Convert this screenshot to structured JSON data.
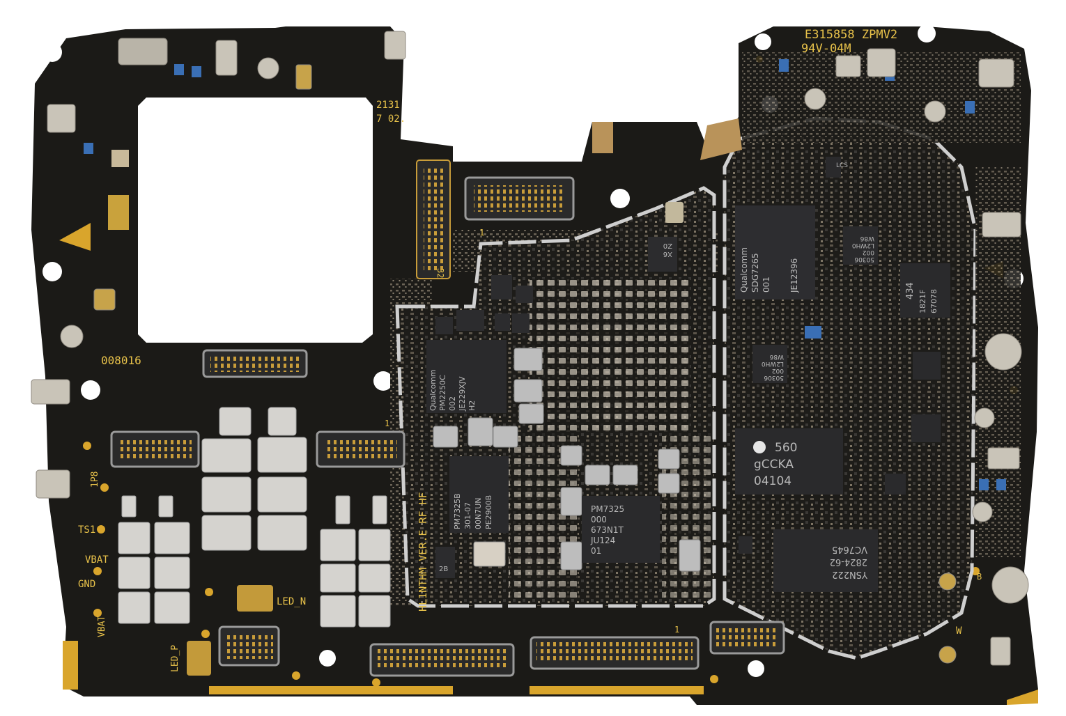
{
  "board": {
    "colors": {
      "background": "#ffffff",
      "pcb": "#1b1a17",
      "gold": "#d9a52c",
      "silkscreen": "#e8c24a",
      "shield": "#c8c8c8",
      "chip": "#2a2a2c",
      "solder": "#d7d0c4"
    },
    "silkscreen": {
      "serial": "E315858 ZPMV2",
      "rating": "94V-04M",
      "date_code_1": "2131",
      "date_code_2": "7 02.",
      "board_id": "008016",
      "model": "HL1NTHM VER.E RF HF",
      "label_ip8": "1P8",
      "label_ts1": "TS1",
      "label_vbat": "VBAT",
      "label_gnd": "GND",
      "label_vbat_2": "VBAT",
      "label_led_n": "LED_N",
      "label_led_p": "LED_P",
      "pin_1_a": "1",
      "pin_32": "32",
      "pin_1_b": "1",
      "pin_1_c": "1",
      "marker_w": "W",
      "marker_b": "B",
      "lcs": "LCS"
    },
    "chips": [
      {
        "id": "pmic-qualcomm",
        "lines": [
          "Qualcomm",
          "PM2250C",
          "002",
          "JE229XJV",
          "H2"
        ]
      },
      {
        "id": "pmic-pm7325",
        "lines": [
          "PM7325",
          "000",
          "673N1T",
          "JU124",
          "01"
        ]
      },
      {
        "id": "pmic-pm7325b",
        "lines": [
          "PM7325B",
          "301-07",
          "00N7UN",
          "PE2900B"
        ]
      },
      {
        "id": "soc-qualcomm",
        "lines": [
          "Qualcomm",
          "SDG7265",
          "001",
          "JE12396"
        ]
      },
      {
        "id": "memory-560",
        "lines": [
          "560",
          "gCCKA",
          "04104"
        ]
      },
      {
        "id": "rf-vc7645",
        "lines": [
          "VC7645",
          "2824-62",
          "YSN222"
        ]
      },
      {
        "id": "ic-434",
        "lines": [
          "434",
          "1821F",
          "67078"
        ]
      },
      {
        "id": "ic-small-1",
        "lines": [
          "W86",
          "L2WH0",
          "002",
          "50306"
        ]
      },
      {
        "id": "ic-small-2",
        "lines": [
          "W86",
          "L2WH0",
          "002",
          "50306"
        ]
      },
      {
        "id": "ic-small-3",
        "lines": [
          "Z0",
          "X6"
        ]
      },
      {
        "id": "ic-small-4",
        "lines": [
          "2B"
        ]
      }
    ]
  }
}
